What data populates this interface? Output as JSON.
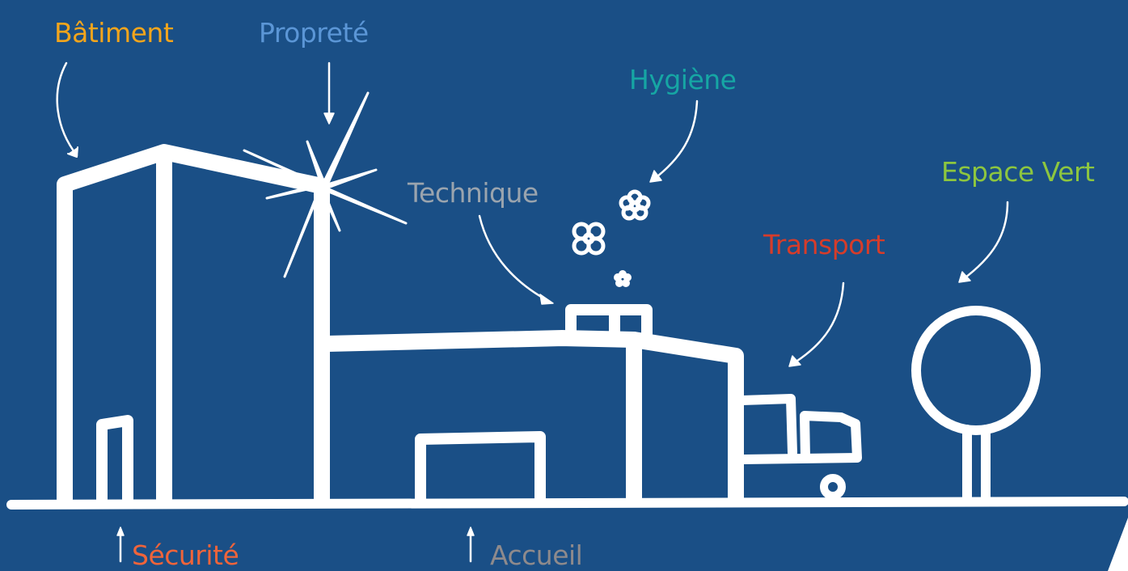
{
  "labels": {
    "batiment": {
      "text": "Bâtiment",
      "color": "#f3a51c"
    },
    "proprete": {
      "text": "Propreté",
      "color": "#5b96d6"
    },
    "hygiene": {
      "text": "Hygiène",
      "color": "#16a6a4"
    },
    "technique": {
      "text": "Technique",
      "color": "#9aa4ae"
    },
    "espace_vert": {
      "text": "Espace Vert",
      "color": "#8dc63f"
    },
    "transport": {
      "text": "Transport",
      "color": "#d63c2a"
    },
    "securite": {
      "text": "Sécurité",
      "color": "#f0643a"
    },
    "accueil": {
      "text": "Accueil",
      "color": "#8e8a8c"
    }
  },
  "colors": {
    "background": "#1a4f86",
    "line": "#ffffff"
  },
  "icons": [
    "sparkle-icon",
    "flower-icon",
    "truck-icon",
    "tree-icon",
    "building-icon"
  ]
}
